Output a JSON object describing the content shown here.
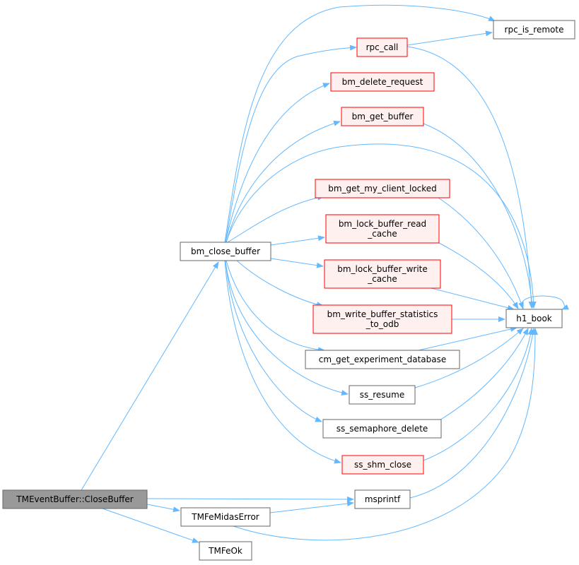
{
  "colors": {
    "edge": "#63b8ff",
    "root_fill": "#999999",
    "root_border": "#666666",
    "node_fill": "#ffffff",
    "node_border": "#666666",
    "undoc_fill": "#fff0f0",
    "undoc_border": "#ff0000"
  },
  "nodes": {
    "root": {
      "lines": [
        "TMEventBuffer::CloseBuffer"
      ],
      "style": "root"
    },
    "bm_close_buffer": {
      "lines": [
        "bm_close_buffer"
      ],
      "style": "normal"
    },
    "rpc_is_remote": {
      "lines": [
        "rpc_is_remote"
      ],
      "style": "normal"
    },
    "rpc_call": {
      "lines": [
        "rpc_call"
      ],
      "style": "red"
    },
    "bm_delete_request": {
      "lines": [
        "bm_delete_request"
      ],
      "style": "red"
    },
    "bm_get_buffer": {
      "lines": [
        "bm_get_buffer"
      ],
      "style": "red"
    },
    "bm_get_my_client_locked": {
      "lines": [
        "bm_get_my_client_locked"
      ],
      "style": "red"
    },
    "bm_lock_buffer_read_cache": {
      "lines": [
        "bm_lock_buffer_read",
        "_cache"
      ],
      "style": "red"
    },
    "bm_lock_buffer_write_cache": {
      "lines": [
        "bm_lock_buffer_write",
        "_cache"
      ],
      "style": "red"
    },
    "bm_write_buffer_statistics_to_odb": {
      "lines": [
        "bm_write_buffer_statistics",
        "_to_odb"
      ],
      "style": "red"
    },
    "h1_book": {
      "lines": [
        "h1_book"
      ],
      "style": "normal"
    },
    "cm_get_experiment_database": {
      "lines": [
        "cm_get_experiment_database"
      ],
      "style": "normal"
    },
    "ss_resume": {
      "lines": [
        "ss_resume"
      ],
      "style": "normal"
    },
    "ss_semaphore_delete": {
      "lines": [
        "ss_semaphore_delete"
      ],
      "style": "normal"
    },
    "ss_shm_close": {
      "lines": [
        "ss_shm_close"
      ],
      "style": "red"
    },
    "msprintf": {
      "lines": [
        "msprintf"
      ],
      "style": "normal"
    },
    "TMFeMidasError": {
      "lines": [
        "TMFeMidasError"
      ],
      "style": "normal"
    },
    "TMFeOk": {
      "lines": [
        "TMFeOk"
      ],
      "style": "normal"
    }
  },
  "edges": [
    {
      "from": "root",
      "to": "bm_close_buffer"
    },
    {
      "from": "root",
      "to": "msprintf"
    },
    {
      "from": "root",
      "to": "TMFeMidasError"
    },
    {
      "from": "root",
      "to": "TMFeOk"
    },
    {
      "from": "bm_close_buffer",
      "to": "rpc_is_remote"
    },
    {
      "from": "bm_close_buffer",
      "to": "rpc_call"
    },
    {
      "from": "bm_close_buffer",
      "to": "bm_delete_request"
    },
    {
      "from": "bm_close_buffer",
      "to": "bm_get_buffer"
    },
    {
      "from": "bm_close_buffer",
      "to": "h1_book"
    },
    {
      "from": "bm_close_buffer",
      "to": "bm_get_my_client_locked"
    },
    {
      "from": "bm_close_buffer",
      "to": "bm_lock_buffer_read_cache"
    },
    {
      "from": "bm_close_buffer",
      "to": "bm_lock_buffer_write_cache"
    },
    {
      "from": "bm_close_buffer",
      "to": "bm_write_buffer_statistics_to_odb"
    },
    {
      "from": "bm_close_buffer",
      "to": "cm_get_experiment_database"
    },
    {
      "from": "bm_close_buffer",
      "to": "ss_resume"
    },
    {
      "from": "bm_close_buffer",
      "to": "ss_semaphore_delete"
    },
    {
      "from": "bm_close_buffer",
      "to": "ss_shm_close"
    },
    {
      "from": "rpc_call",
      "to": "rpc_is_remote"
    },
    {
      "from": "rpc_call",
      "to": "h1_book"
    },
    {
      "from": "bm_get_buffer",
      "to": "h1_book"
    },
    {
      "from": "bm_get_my_client_locked",
      "to": "h1_book"
    },
    {
      "from": "bm_lock_buffer_read_cache",
      "to": "h1_book"
    },
    {
      "from": "bm_lock_buffer_write_cache",
      "to": "h1_book"
    },
    {
      "from": "bm_write_buffer_statistics_to_odb",
      "to": "h1_book"
    },
    {
      "from": "cm_get_experiment_database",
      "to": "h1_book"
    },
    {
      "from": "ss_resume",
      "to": "h1_book"
    },
    {
      "from": "ss_semaphore_delete",
      "to": "h1_book"
    },
    {
      "from": "ss_shm_close",
      "to": "h1_book"
    },
    {
      "from": "msprintf",
      "to": "h1_book"
    },
    {
      "from": "TMFeMidasError",
      "to": "msprintf"
    },
    {
      "from": "TMFeMidasError",
      "to": "h1_book"
    },
    {
      "from": "h1_book",
      "to": "h1_book"
    }
  ]
}
